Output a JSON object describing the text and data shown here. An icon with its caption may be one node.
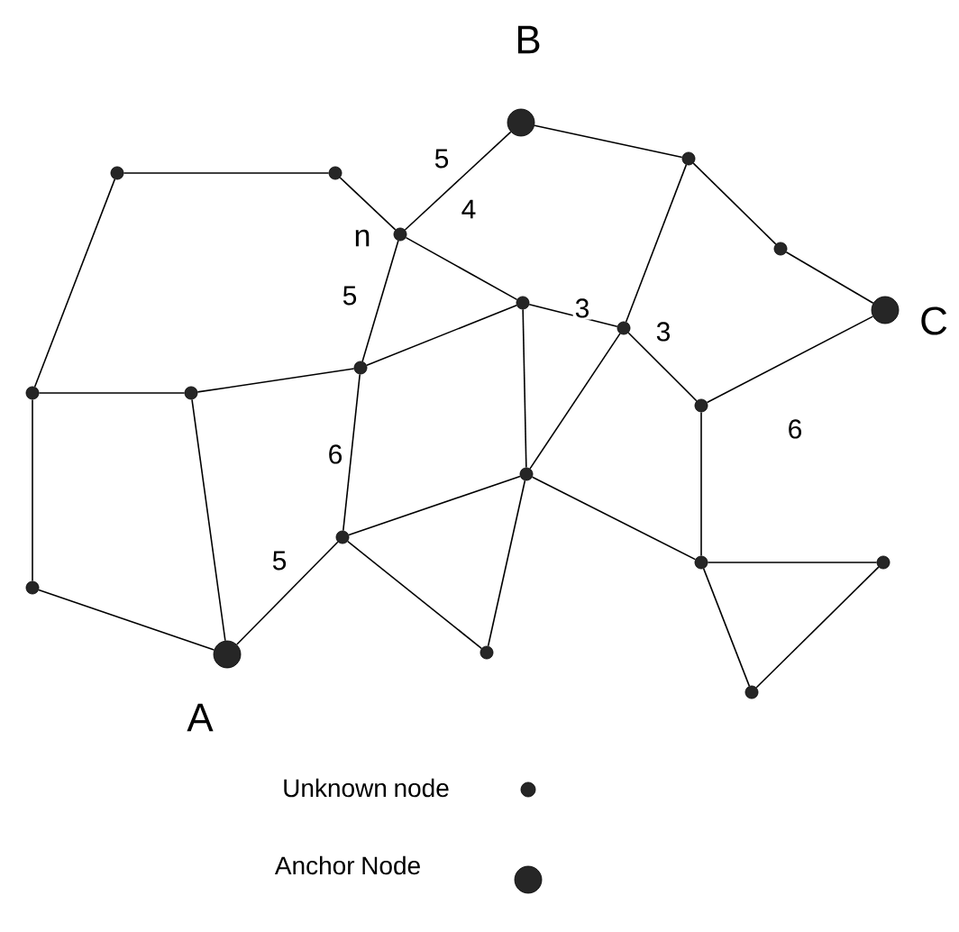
{
  "diagram": {
    "nodes": [
      {
        "text": [],
        "shape": "circle"
      },
      {
        "text": [],
        "shape": "circle"
      },
      {
        "text": [],
        "shape": "circle",
        "beside": [
          "B"
        ]
      },
      {
        "text": [],
        "shape": "circle",
        "beside": [
          "n"
        ]
      },
      {
        "text": [],
        "shape": "circle"
      },
      {
        "text": [],
        "shape": "circle"
      },
      {
        "text": [],
        "shape": "circle",
        "beside": [
          "C"
        ]
      },
      {
        "text": [],
        "shape": "circle"
      },
      {
        "text": [],
        "shape": "circle"
      },
      {
        "text": [],
        "shape": "circle"
      },
      {
        "text": [],
        "shape": "circle"
      },
      {
        "text": [],
        "shape": "circle"
      },
      {
        "text": [],
        "shape": "circle"
      },
      {
        "text": [],
        "shape": "circle"
      },
      {
        "text": [],
        "shape": "circle"
      },
      {
        "text": [],
        "shape": "circle"
      },
      {
        "text": [],
        "shape": "circle",
        "beside": [
          "A"
        ]
      },
      {
        "text": [],
        "shape": "circle"
      },
      {
        "text": [],
        "shape": "circle"
      },
      {
        "text": [],
        "shape": "circle"
      },
      {
        "text": [],
        "shape": "circle"
      }
    ],
    "edges": [
      {
        "from": 0,
        "to": 1,
        "arrow": "none"
      },
      {
        "from": 1,
        "to": 3,
        "arrow": "none"
      },
      {
        "from": 3,
        "to": 2,
        "arrow": "none",
        "label": "5"
      },
      {
        "from": 2,
        "to": 4,
        "arrow": "none"
      },
      {
        "from": 4,
        "to": 5,
        "arrow": "none"
      },
      {
        "from": 5,
        "to": 6,
        "arrow": "none"
      },
      {
        "from": 4,
        "to": 8,
        "arrow": "none"
      },
      {
        "from": 3,
        "to": 7,
        "arrow": "none",
        "label": "4"
      },
      {
        "from": 3,
        "to": 11,
        "arrow": "none",
        "label": "5"
      },
      {
        "from": 7,
        "to": 8,
        "arrow": "none",
        "label": "3"
      },
      {
        "from": 8,
        "to": 12,
        "arrow": "none",
        "label": "3"
      },
      {
        "from": 12,
        "to": 6,
        "arrow": "none",
        "label": "6"
      },
      {
        "from": 7,
        "to": 11,
        "arrow": "none"
      },
      {
        "from": 7,
        "to": 13,
        "arrow": "none"
      },
      {
        "from": 8,
        "to": 13,
        "arrow": "none"
      },
      {
        "from": 0,
        "to": 9,
        "arrow": "none"
      },
      {
        "from": 9,
        "to": 10,
        "arrow": "none"
      },
      {
        "from": 10,
        "to": 11,
        "arrow": "none"
      },
      {
        "from": 9,
        "to": 15,
        "arrow": "none"
      },
      {
        "from": 10,
        "to": 16,
        "arrow": "none"
      },
      {
        "from": 15,
        "to": 16,
        "arrow": "none"
      },
      {
        "from": 11,
        "to": 14,
        "arrow": "none",
        "label": "6"
      },
      {
        "from": 14,
        "to": 16,
        "arrow": "none",
        "label": "5"
      },
      {
        "from": 14,
        "to": 13,
        "arrow": "none"
      },
      {
        "from": 14,
        "to": 19,
        "arrow": "none"
      },
      {
        "from": 13,
        "to": 19,
        "arrow": "none"
      },
      {
        "from": 13,
        "to": 17,
        "arrow": "none"
      },
      {
        "from": 12,
        "to": 17,
        "arrow": "none"
      },
      {
        "from": 17,
        "to": 18,
        "arrow": "none"
      },
      {
        "from": 17,
        "to": 20,
        "arrow": "none"
      },
      {
        "from": 18,
        "to": 20,
        "arrow": "none"
      }
    ],
    "legend": [
      {
        "text": "Unknown node"
      },
      {
        "text": "Anchor Node"
      }
    ]
  }
}
